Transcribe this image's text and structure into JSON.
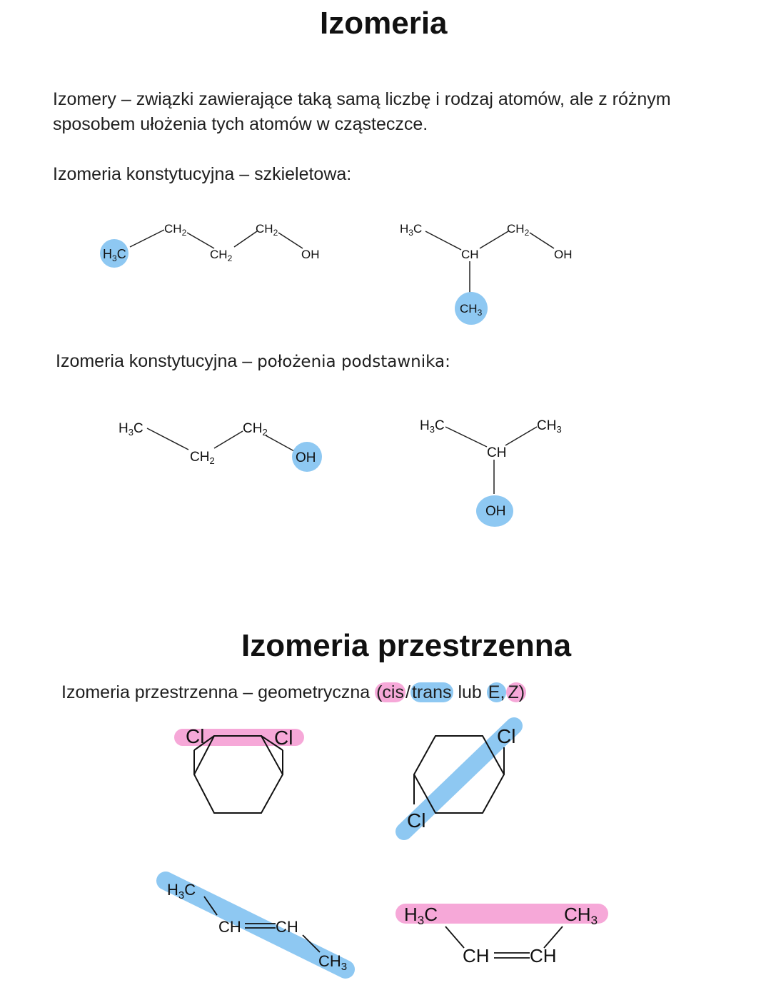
{
  "title": "Izomeria",
  "definition": "Izomery – związki zawierające taką samą liczbę i rodzaj atomów, ale z różnym sposobem ułożenia tych atomów w cząsteczce.",
  "sections": {
    "skeletal": {
      "heading": "Izomeria konstytucyjna – szkieletowa:",
      "mol1": {
        "h3c": "H3C",
        "ch2_a": "CH2",
        "ch2_b": "CH2",
        "ch2_c": "CH2",
        "oh": "OH"
      },
      "mol2": {
        "h3c": "H3C",
        "ch": "CH",
        "ch2": "CH2",
        "oh": "OH",
        "ch3": "CH3"
      }
    },
    "position": {
      "heading_part1": "Izomeria konstytucyjna – ",
      "heading_part2": "położenia podstawnika:",
      "mol1": {
        "h3c": "H3C",
        "ch2_a": "CH2",
        "ch2_b": "CH2",
        "oh": "OH"
      },
      "mol2": {
        "h3c": "H3C",
        "ch3": "CH3",
        "ch": "CH",
        "oh": "OH"
      }
    },
    "spatial": {
      "title": "Izomeria przestrzenna",
      "heading_text": "Izomeria przestrzenna – geometryczna ",
      "paren_open": "(",
      "cis": "cis",
      "slash": "/",
      "trans": "trans",
      "lub": " lub ",
      "e": "E",
      "comma": ",",
      "z": "Z",
      "paren_close": ")",
      "cis_ring": {
        "cl1": "Cl",
        "cl2": "Cl"
      },
      "trans_ring": {
        "cl1": "Cl",
        "cl2": "Cl"
      },
      "trans_alkene": {
        "h3c": "H3C",
        "ch_a": "CH",
        "ch_b": "CH",
        "ch3": "CH3"
      },
      "cis_alkene": {
        "h3c": "H3C",
        "ch3": "CH3",
        "ch_a": "CH",
        "ch_b": "CH"
      }
    }
  },
  "colors": {
    "pink_highlight": "#f6a8d8",
    "blue_highlight": "#8ec8f2"
  }
}
